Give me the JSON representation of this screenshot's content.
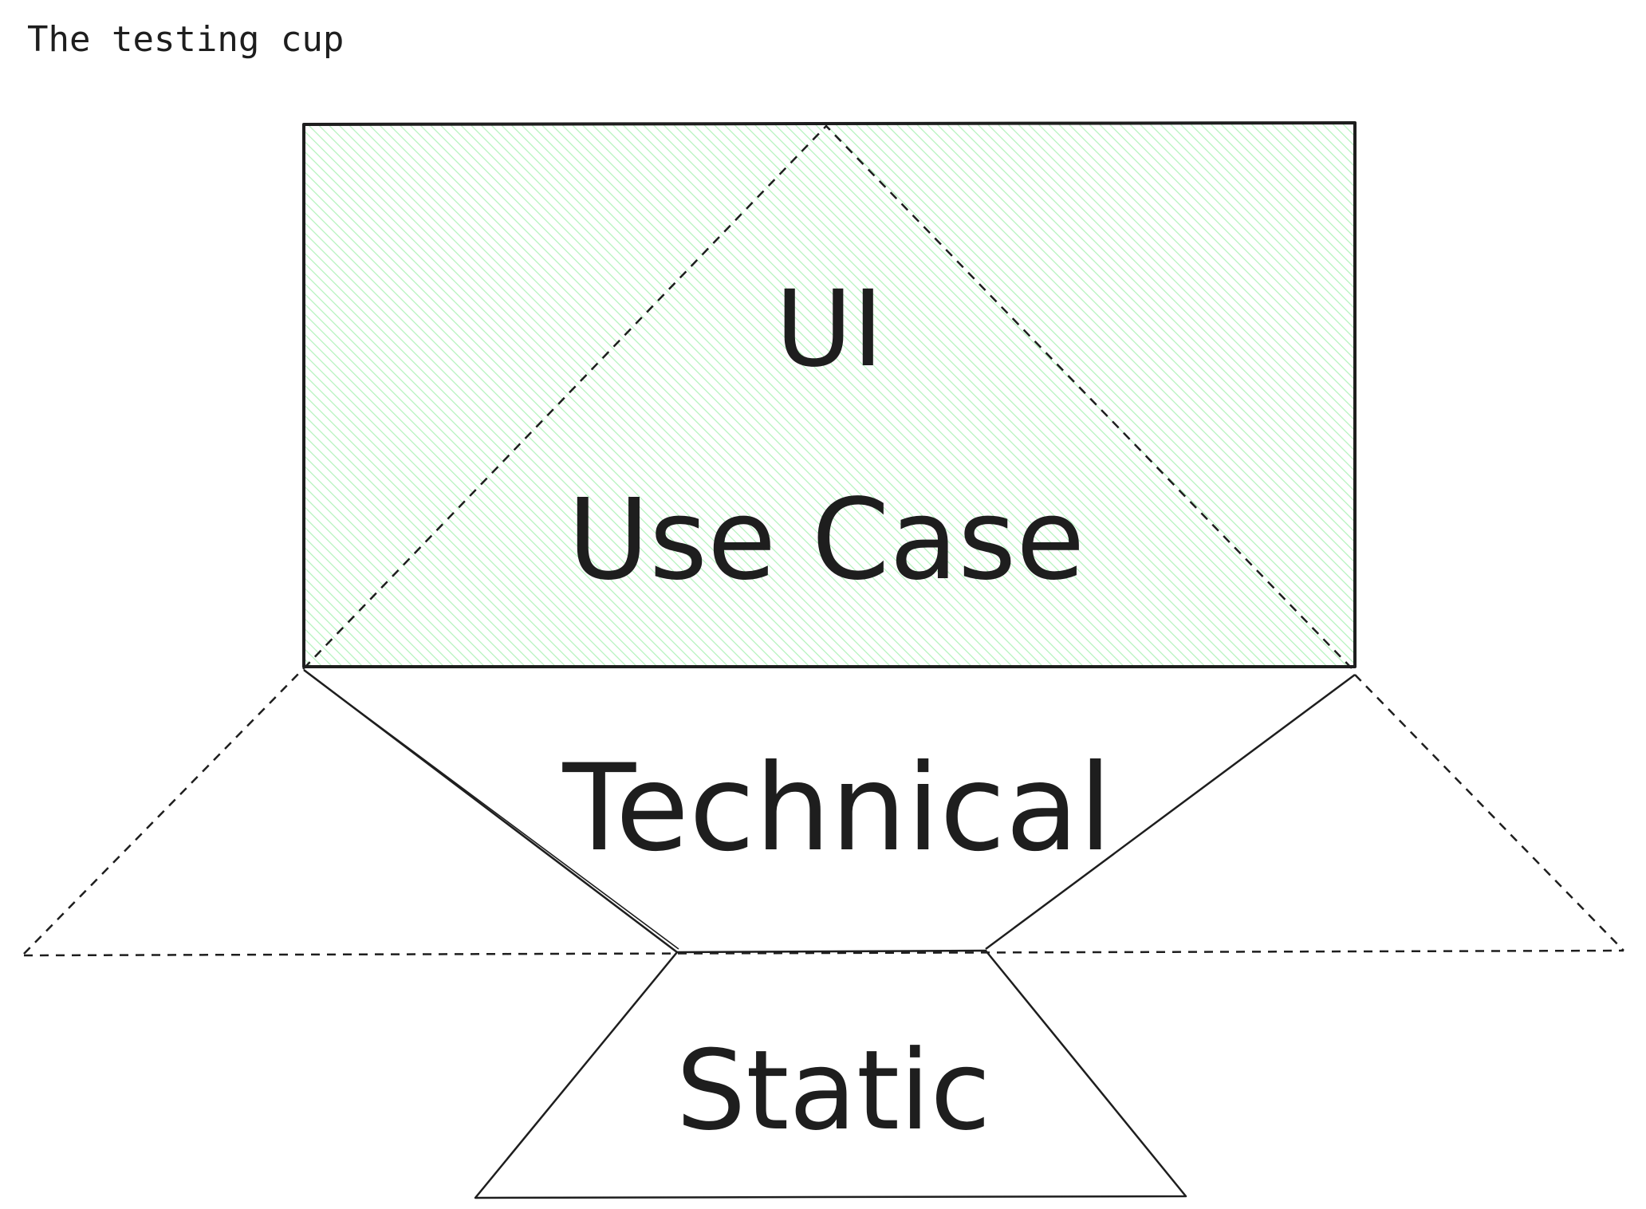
{
  "title": "The testing cup",
  "layers": {
    "ui": "UI",
    "use_case": "Use Case",
    "technical": "Technical",
    "static": "Static"
  },
  "colors": {
    "ink": "#1e1e1e",
    "hatch": "#b2f2bb",
    "ui_text": "#bdbdbd"
  }
}
